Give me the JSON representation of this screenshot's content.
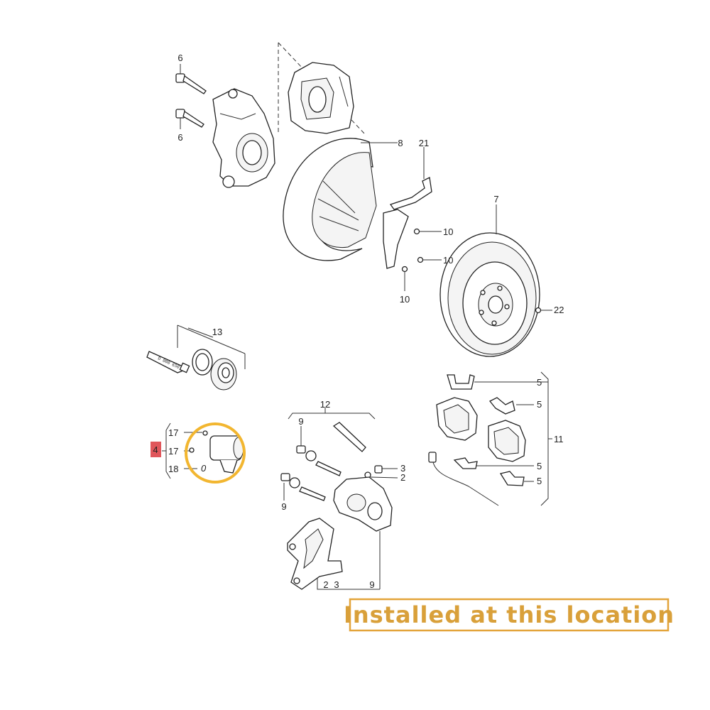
{
  "labels": {
    "l2a": "2",
    "l2b": "2",
    "l3a": "3",
    "l3b": "3",
    "l4": "4",
    "l5a": "5",
    "l5b": "5",
    "l5c": "5",
    "l5d": "5",
    "l6a": "6",
    "l6b": "6",
    "l7": "7",
    "l8": "8",
    "l9a": "9",
    "l9b": "9",
    "l9c": "9",
    "l10a": "10",
    "l10b": "10",
    "l10c": "10",
    "l11": "11",
    "l12": "12",
    "l13": "13",
    "l17a": "17",
    "l17b": "17",
    "l18": "18",
    "l21": "21",
    "l22": "22"
  },
  "tube_text": "D 000 650",
  "banner": {
    "text": "Installed at this location"
  },
  "colors": {
    "highlight_circle": "#f2b630",
    "banner_border": "#e3a43a",
    "banner_text": "#d9a03a",
    "callout_box": "#e0565b"
  }
}
